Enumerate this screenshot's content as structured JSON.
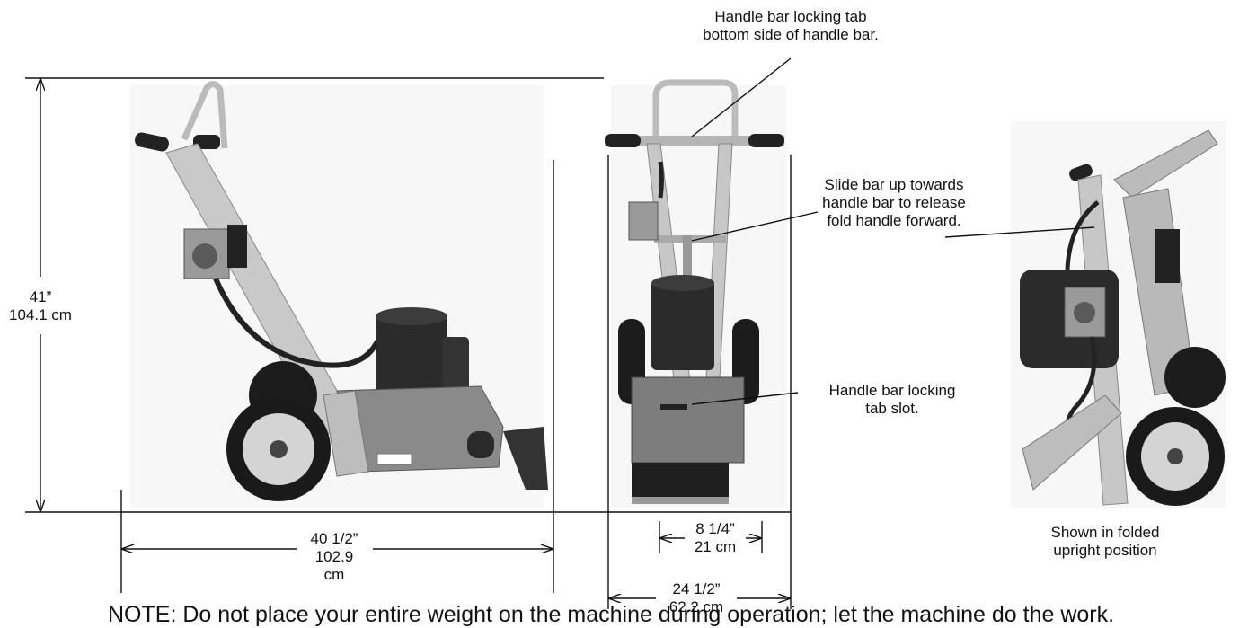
{
  "views": {
    "side": "side-view",
    "front": "front-view",
    "folded": "folded-view"
  },
  "callouts": {
    "locking_tab_line1": "Handle bar locking tab",
    "locking_tab_line2": "bottom side of handle bar.",
    "slide_bar_line1": "Slide bar up towards",
    "slide_bar_line2": "handle bar to release",
    "slide_bar_line3": "fold handle forward.",
    "tab_slot_line1": "Handle bar locking",
    "tab_slot_line2": "tab slot.",
    "folded_line1": "Shown in folded",
    "folded_line2": "upright position"
  },
  "dimensions": {
    "height_in": "41”",
    "height_cm": "104.1 cm",
    "length_in": "40 1/2”",
    "length_cm_1": "102.9",
    "length_cm_2": "cm",
    "blade_in": "8 1/4”",
    "blade_cm": "21 cm",
    "width_in": "24 1/2”",
    "width_cm": "62.2 cm"
  },
  "note": "NOTE: Do not place your entire weight on the machine during operation; let the machine do the work."
}
